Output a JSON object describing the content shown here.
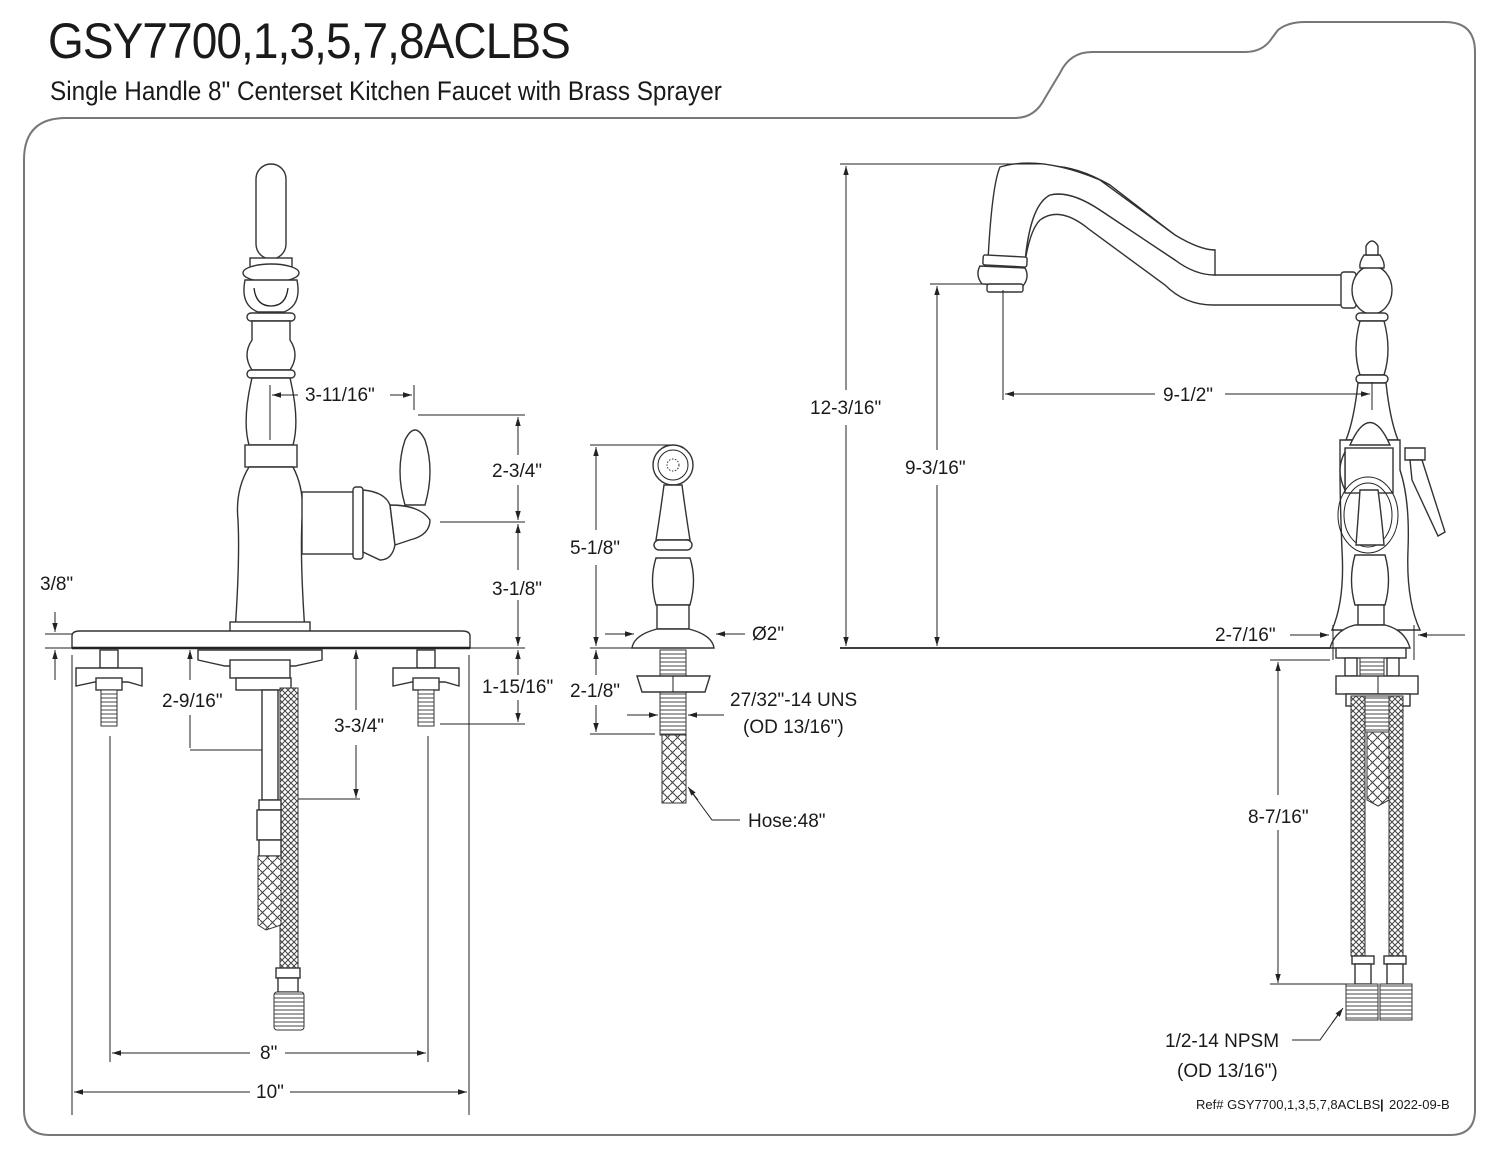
{
  "header": {
    "model": "GSY7700,1,3,5,7,8ACLBS",
    "description": "Single Handle 8\" Centerset Kitchen Faucet with Brass Sprayer"
  },
  "front_view": {
    "dims": {
      "handle_reach": "3-11/16\"",
      "handle_height": "2-3/4\"",
      "handle_base_height": "3-1/8\"",
      "deckplate_thickness": "3/8\"",
      "shank_to_nut": "2-9/16\"",
      "shank_length": "3-3/4\"",
      "bolt_length": "1-15/16\"",
      "centers": "8\"",
      "plate_width": "10\""
    }
  },
  "sprayer_view": {
    "dims": {
      "height": "5-1/8\"",
      "base_diameter": "Ø2\"",
      "shank_length": "2-1/8\"",
      "thread_spec": "27/32\"-14 UNS",
      "thread_od": "(OD 13/16\")",
      "hose": "Hose:48\""
    }
  },
  "side_view": {
    "dims": {
      "overall_height": "12-3/16\"",
      "spout_clearance": "9-3/16\"",
      "spout_reach": "9-1/2\"",
      "base_width": "2-7/16\"",
      "supply_length": "8-7/16\"",
      "supply_thread": "1/2-14 NPSM",
      "supply_od": "(OD 13/16\")"
    }
  },
  "footer": {
    "ref": "Ref# GSY7700,1,3,5,7,8ACLBS",
    "separator": "|",
    "revision": "2022-09-B"
  }
}
